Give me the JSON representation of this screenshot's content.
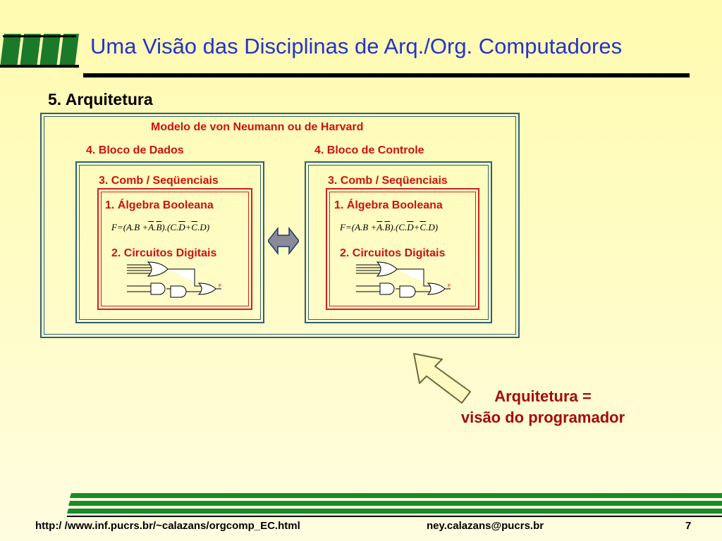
{
  "header": {
    "title": "Uma Visão das Disciplinas de Arq./Org. Computadores"
  },
  "section_title": "5. Arquitetura",
  "diagram": {
    "model_label": "Modelo de von Neumann ou de Harvard",
    "blocks": [
      {
        "title": "4. Bloco de Dados",
        "comb": "3. Comb / Seqüenciais",
        "algebra": "1. Álgebra Booleana",
        "circuits": "2. Circuitos Digitais",
        "gate_output": "F",
        "formula": {
          "f": "F",
          "eq": "=(",
          "ab": "A.B",
          "plus1": " +",
          "a": "A",
          "dot1": ".",
          "b": "B",
          "mid": ").(",
          "c": "C",
          "dot2": ".",
          "d": "D",
          "plus2": "+",
          "c2": "C",
          "d2": ".D)"
        }
      },
      {
        "title": "4. Bloco de Controle",
        "comb": "3. Comb / Seqüenciais",
        "algebra": "1. Álgebra Booleana",
        "circuits": "2. Circuitos Digitais",
        "gate_output": "F",
        "formula": {
          "f": "F",
          "eq": "=(",
          "ab": "A.B",
          "plus1": " +",
          "a": "A",
          "dot1": ".",
          "b": "B",
          "mid": ").(",
          "c": "C",
          "dot2": ".",
          "d": "D",
          "plus2": "+",
          "c2": "C",
          "d2": ".D)"
        }
      }
    ]
  },
  "note": {
    "line1": "Arquitetura =",
    "line2": "visão do programador"
  },
  "footer": {
    "url": "http:/ /www.inf.pucrs.br/~calazans/orgcomp_EC.html",
    "email": "ney.calazans@pucrs.br",
    "page": "7"
  },
  "colors": {
    "title": "#2233cc",
    "label_red": "#cc1111",
    "note_red": "#a50a0a",
    "frame_teal": "#2a5f7a",
    "stripe_green": "#1a8a2a"
  }
}
